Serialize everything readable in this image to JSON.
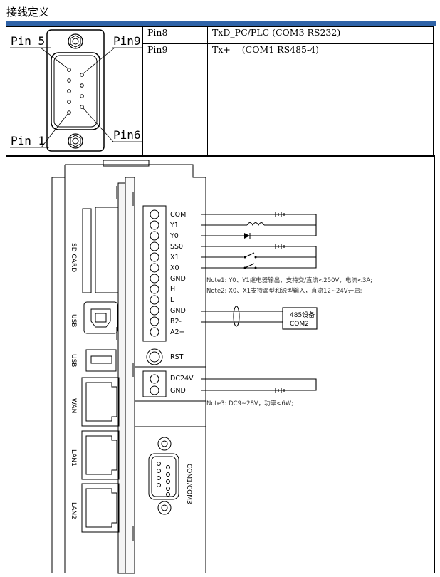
{
  "title": "接线定义",
  "connector": {
    "pin5": "Pin 5",
    "pin9": "Pin9",
    "pin1": "Pin 1",
    "pin6": "Pin6"
  },
  "table": {
    "rows": [
      {
        "pin": "Pin8",
        "desc": "TxD_PC/PLC (COM3 RS232)"
      },
      {
        "pin": "Pin9",
        "desc": "Tx+    (COM1 RS485-4)"
      }
    ]
  },
  "device": {
    "left_labels": [
      "SD CARD",
      "USB",
      "USB",
      "WAN",
      "LAN1",
      "LAN2"
    ],
    "terminals": [
      "COM",
      "Y1",
      "Y0",
      "SS0",
      "X1",
      "X0",
      "GND",
      "H",
      "L",
      "GND",
      "B2-",
      "A2+"
    ],
    "rst": "RST",
    "power_terminals": [
      "DC24V",
      "GND"
    ],
    "com_port": "COM1/COM3"
  },
  "notes": {
    "note1": "Note1: Y0、Y1继电器输出，支持交/直流<250V，电流<3A;",
    "note2": "Note2: X0、X1支持漏型和源型输入，直流12~24V开启;",
    "note3": "Note3: DC9~28V，功率<6W;"
  },
  "rs485_box": {
    "line1": "485设备",
    "line2": "COM2"
  }
}
